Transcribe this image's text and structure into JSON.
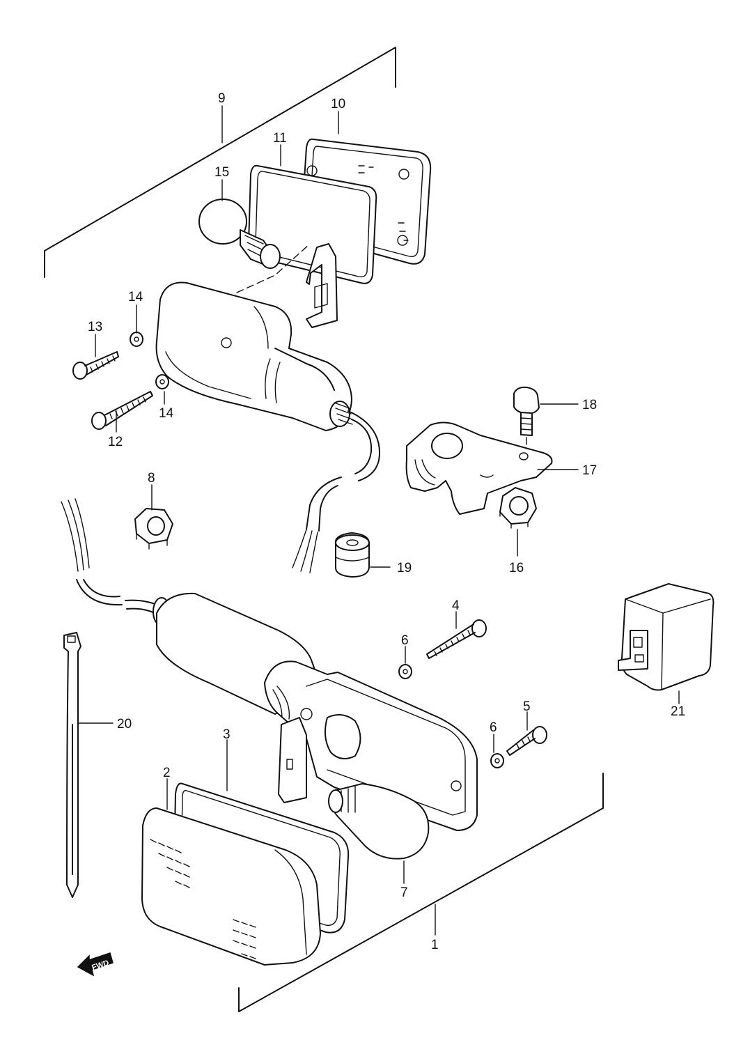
{
  "callouts": {
    "p1": "1",
    "p2": "2",
    "p3": "3",
    "p4": "4",
    "p5": "5",
    "p6a": "6",
    "p6b": "6",
    "p7": "7",
    "p8": "8",
    "p9": "9",
    "p10": "10",
    "p11": "11",
    "p12": "12",
    "p13": "13",
    "p14a": "14",
    "p14b": "14",
    "p15": "15",
    "p16": "16",
    "p17": "17",
    "p18": "18",
    "p19": "19",
    "p20": "20",
    "p21": "21"
  },
  "direction_label": "FWD",
  "colors": {
    "line": "#111111",
    "background": "#ffffff"
  }
}
